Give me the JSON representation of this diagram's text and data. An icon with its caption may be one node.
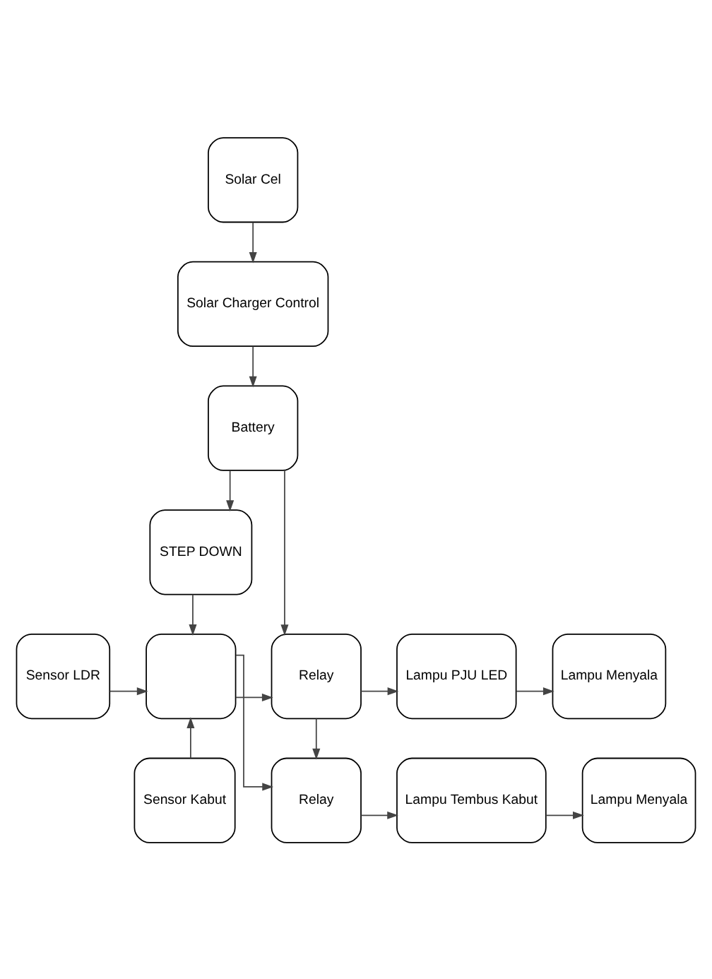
{
  "diagram": {
    "nodes": [
      {
        "text": [
          "Solar Cel"
        ]
      },
      {
        "text": [
          "Solar Charger Control"
        ]
      },
      {
        "text": [
          "Battery"
        ]
      },
      {
        "text": [
          "STEP DOWN"
        ]
      },
      {
        "text": [
          "Lampu Menyala"
        ]
      },
      {
        "text": [
          "Lampu PJU LED"
        ]
      },
      {
        "text": [
          "Relay"
        ]
      },
      {
        "text": [],
        "shape": "box"
      },
      {
        "text": [
          "Sensor LDR"
        ]
      },
      {
        "text": [
          "Lampu Menyala"
        ]
      },
      {
        "text": [
          "Lampu Tembus Kabut"
        ]
      },
      {
        "text": [
          "Relay"
        ]
      },
      {
        "text": [
          "Sensor Kabut"
        ]
      }
    ],
    "edges": [
      {
        "from": 0,
        "to": 1,
        "arrow": "to"
      },
      {
        "from": 1,
        "to": 2,
        "arrow": "to"
      },
      {
        "from": 2,
        "to": 3,
        "arrow": "to"
      },
      {
        "from": 2,
        "to": 6,
        "arrow": "to"
      },
      {
        "from": 3,
        "to": 7,
        "arrow": "to"
      },
      {
        "from": 6,
        "to": 5,
        "arrow": "to"
      },
      {
        "from": 5,
        "to": 4,
        "arrow": "to"
      },
      {
        "from": 6,
        "to": 11,
        "arrow": "to"
      },
      {
        "from": 11,
        "to": 10,
        "arrow": "to"
      },
      {
        "from": 10,
        "to": 9,
        "arrow": "to"
      },
      {
        "from": 8,
        "to": 7,
        "arrow": "to"
      },
      {
        "from": 12,
        "to": 7,
        "arrow": "to"
      },
      {
        "from": 7,
        "to": 6,
        "arrow": "to"
      },
      {
        "from": 7,
        "to": 11,
        "arrow": "to"
      }
    ]
  }
}
